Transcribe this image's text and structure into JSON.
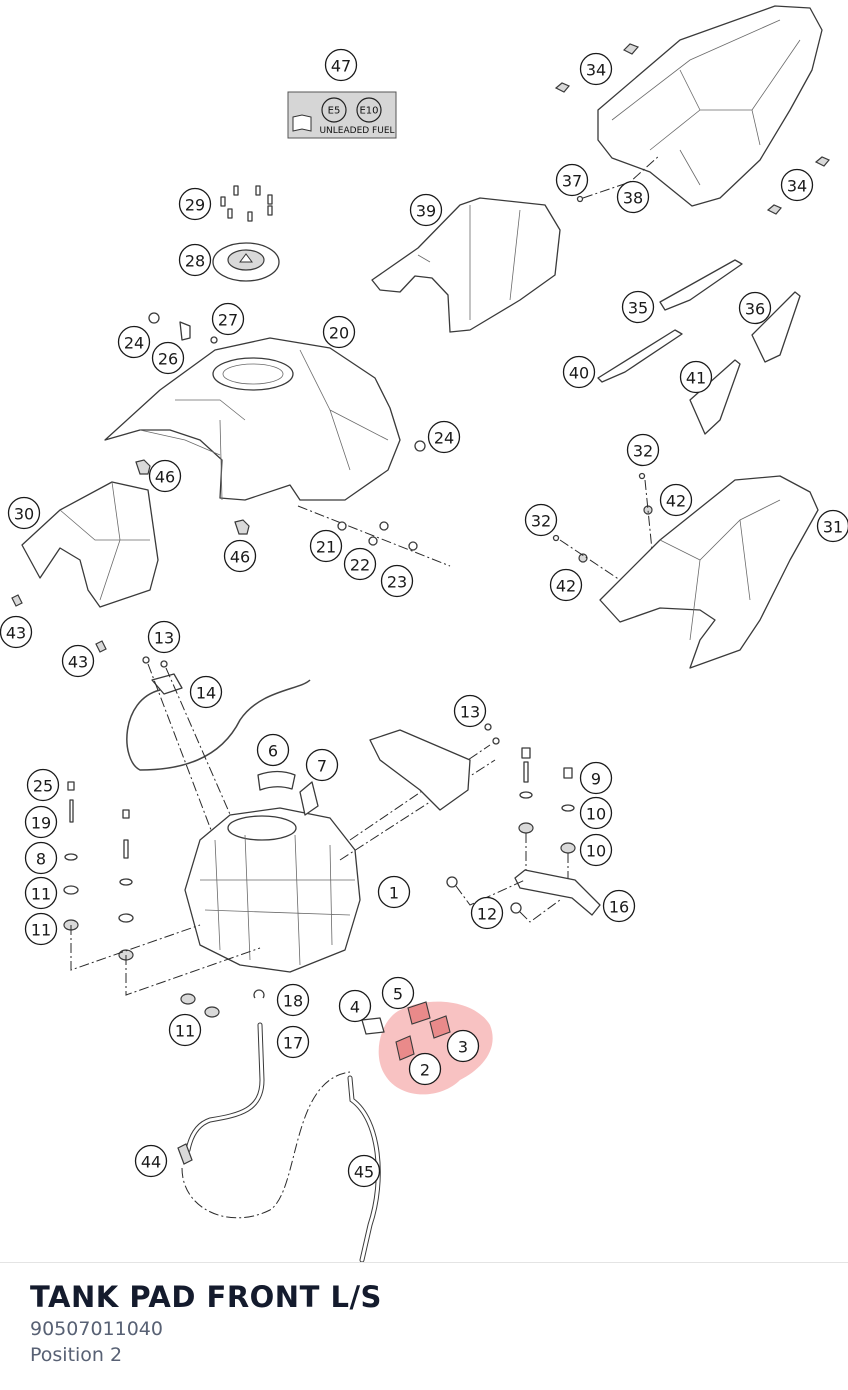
{
  "diagram": {
    "label_sticker": {
      "badge_e5": "E5",
      "badge_e10": "E10",
      "text": "UNLEADED FUEL"
    },
    "callouts": [
      {
        "n": "47"
      },
      {
        "n": "34"
      },
      {
        "n": "34"
      },
      {
        "n": "29"
      },
      {
        "n": "39"
      },
      {
        "n": "37"
      },
      {
        "n": "38"
      },
      {
        "n": "28"
      },
      {
        "n": "27"
      },
      {
        "n": "20"
      },
      {
        "n": "24"
      },
      {
        "n": "26"
      },
      {
        "n": "35"
      },
      {
        "n": "36"
      },
      {
        "n": "40"
      },
      {
        "n": "41"
      },
      {
        "n": "24"
      },
      {
        "n": "46"
      },
      {
        "n": "32"
      },
      {
        "n": "42"
      },
      {
        "n": "30"
      },
      {
        "n": "32"
      },
      {
        "n": "31"
      },
      {
        "n": "21"
      },
      {
        "n": "46"
      },
      {
        "n": "22"
      },
      {
        "n": "23"
      },
      {
        "n": "42"
      },
      {
        "n": "43"
      },
      {
        "n": "13"
      },
      {
        "n": "43"
      },
      {
        "n": "14"
      },
      {
        "n": "13"
      },
      {
        "n": "6"
      },
      {
        "n": "7"
      },
      {
        "n": "25"
      },
      {
        "n": "9"
      },
      {
        "n": "19"
      },
      {
        "n": "10"
      },
      {
        "n": "8"
      },
      {
        "n": "11"
      },
      {
        "n": "10"
      },
      {
        "n": "1"
      },
      {
        "n": "11"
      },
      {
        "n": "12"
      },
      {
        "n": "16"
      },
      {
        "n": "5"
      },
      {
        "n": "4"
      },
      {
        "n": "18"
      },
      {
        "n": "11"
      },
      {
        "n": "17"
      },
      {
        "n": "3"
      },
      {
        "n": "2"
      },
      {
        "n": "44"
      },
      {
        "n": "45"
      }
    ],
    "highlight_color": "#f07878"
  },
  "part": {
    "title": "TANK PAD FRONT L/S",
    "number": "90507011040",
    "position": "Position 2"
  }
}
